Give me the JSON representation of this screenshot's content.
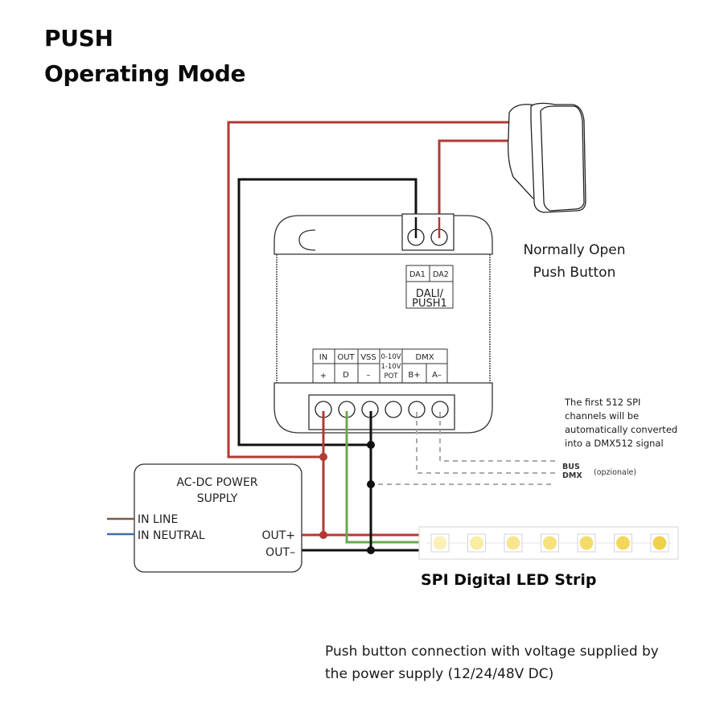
{
  "title": {
    "line1": "PUSH",
    "line2": "Operating Mode"
  },
  "push_button": {
    "label_line1": "Normally Open",
    "label_line2": "Push Button"
  },
  "controller": {
    "dali_terminals": [
      "DA1",
      "DA2"
    ],
    "dali_group_line1": "DALI/",
    "dali_group_line2": "PUSH1",
    "header_top": [
      "IN",
      "OUT",
      "VSS",
      "0-10V",
      "DMX"
    ],
    "header_bottom": [
      "+",
      "D",
      "–",
      "B+",
      "A–"
    ],
    "analog_line2": "1-10V",
    "analog_line3": "POT"
  },
  "power_supply": {
    "title_line1": "AC-DC POWER",
    "title_line2": "SUPPLY",
    "in_line": "IN LINE",
    "in_neutral": "IN NEUTRAL",
    "out_plus": "OUT+",
    "out_minus": "OUT–"
  },
  "dmx_note": {
    "line1": "The first 512 SPI",
    "line2": "channels will be",
    "line3": "automatically converted",
    "line4": "into a DMX512 signal"
  },
  "bus_label": {
    "line1": "BUS",
    "line2": "DMX",
    "optional": "(opzionale)"
  },
  "led_strip": {
    "label": "SPI Digital LED Strip",
    "led_count": 7,
    "led_colors": [
      "#fbf1b8",
      "#f9eca3",
      "#f8e68f",
      "#f6e17c",
      "#f5dc6a",
      "#f3d75a",
      "#f0d14c"
    ]
  },
  "caption": {
    "line1": "Push button connection with voltage supplied by",
    "line2": "the power supply (12/24/48V DC)"
  },
  "colors": {
    "wire_positive": "#b23a33",
    "wire_negative": "#111111",
    "wire_data": "#6aa84f",
    "wire_line": "#7a5c48",
    "wire_neutral": "#3f6fa8",
    "wire_bus": "#aaaaaa",
    "outline": "#333333"
  }
}
